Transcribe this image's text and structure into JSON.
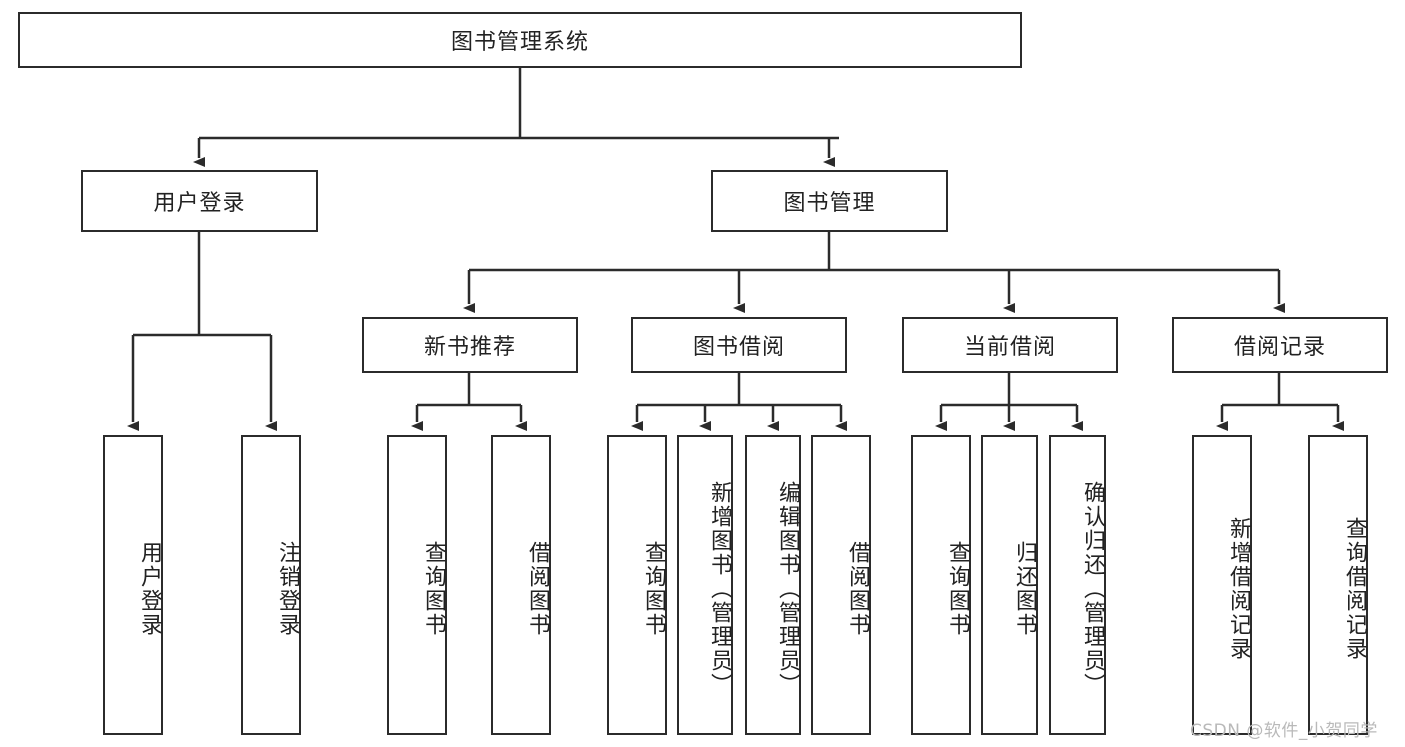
{
  "diagram": {
    "title": "图书管理系统",
    "watermark": "CSDN @软件_小贺同学",
    "nodes": {
      "root": "图书管理系统",
      "user_login": "用户登录",
      "book_manage": "图书管理",
      "new_book_rec": "新书推荐",
      "book_borrow": "图书借阅",
      "current_borrow": "当前借阅",
      "borrow_record": "借阅记录",
      "leaf_user_login": "用户登录",
      "leaf_logout": "注销登录",
      "leaf_query_book_1": "查询图书",
      "leaf_borrow_book_1": "借阅图书",
      "leaf_query_book_2": "查询图书",
      "leaf_add_book": "新增图书（管理员）",
      "leaf_edit_book": "编辑图书（管理员）",
      "leaf_borrow_book_2": "借阅图书",
      "leaf_query_book_3": "查询图书",
      "leaf_return_book": "归还图书",
      "leaf_confirm_return": "确认归还（管理员）",
      "leaf_add_record": "新增借阅记录",
      "leaf_query_record": "查询借阅记录"
    },
    "colors": {
      "stroke": "#2b2b2b",
      "box_fill": "#ffffff",
      "text": "#222222",
      "watermark": "#b9b9b9",
      "background": "#ffffff"
    }
  }
}
